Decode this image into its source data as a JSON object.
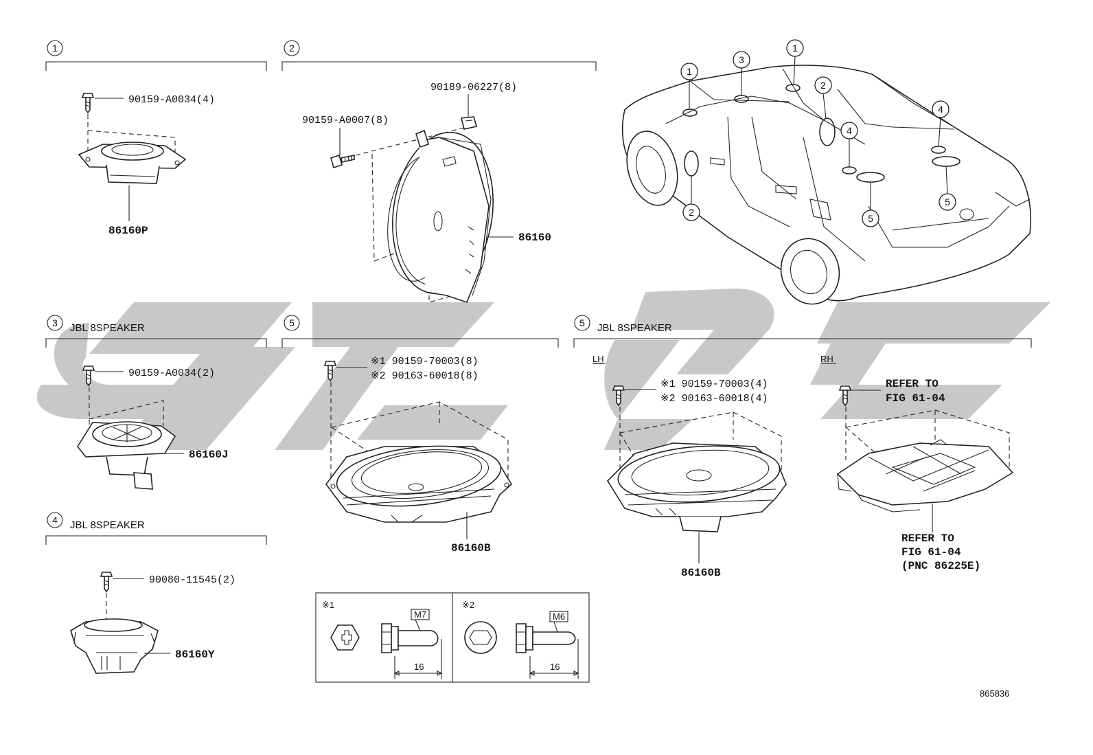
{
  "sections": {
    "s1": {
      "num": "1",
      "bolt": "90159-A0034(4)",
      "part": "86160P"
    },
    "s2": {
      "num": "2",
      "clip": "90189-06227(8)",
      "bolt": "90159-A0007(8)",
      "part": "86160"
    },
    "s3": {
      "num": "3",
      "title": "JBL 8SPEAKER",
      "bolt": "90159-A0034(2)",
      "part": "86160J"
    },
    "s4": {
      "num": "4",
      "title": "JBL 8SPEAKER",
      "bolt": "90080-11545(2)",
      "part": "86160Y"
    },
    "s5": {
      "num": "5",
      "bolt1": "※1 90159-70003(8)",
      "bolt2": "※2 90163-60018(8)",
      "part": "86160B"
    },
    "s5b": {
      "num": "5",
      "title": "JBL 8SPEAKER",
      "lh": {
        "label": "LH",
        "bolt1": "※1 90159-70003(4)",
        "bolt2": "※2 90163-60018(4)",
        "part": "86160B"
      },
      "rh": {
        "label": "RH",
        "ref1": "REFER TO",
        "ref2": "FIG 61-04",
        "note1": "REFER TO",
        "note2": "FIG 61-04",
        "note3": "(PNC 86225E)"
      }
    }
  },
  "fastener_legend": {
    "a": {
      "mark": "※1",
      "size": "M7",
      "length": "16"
    },
    "b": {
      "mark": "※2",
      "size": "M6",
      "length": "16"
    }
  },
  "car_callouts": [
    "1",
    "3",
    "1",
    "2",
    "4",
    "4",
    "5",
    "5",
    "2"
  ],
  "figure_id": "865836",
  "colors": {
    "line": "#222222",
    "watermark": "#c8c8c8",
    "background": "#ffffff"
  }
}
